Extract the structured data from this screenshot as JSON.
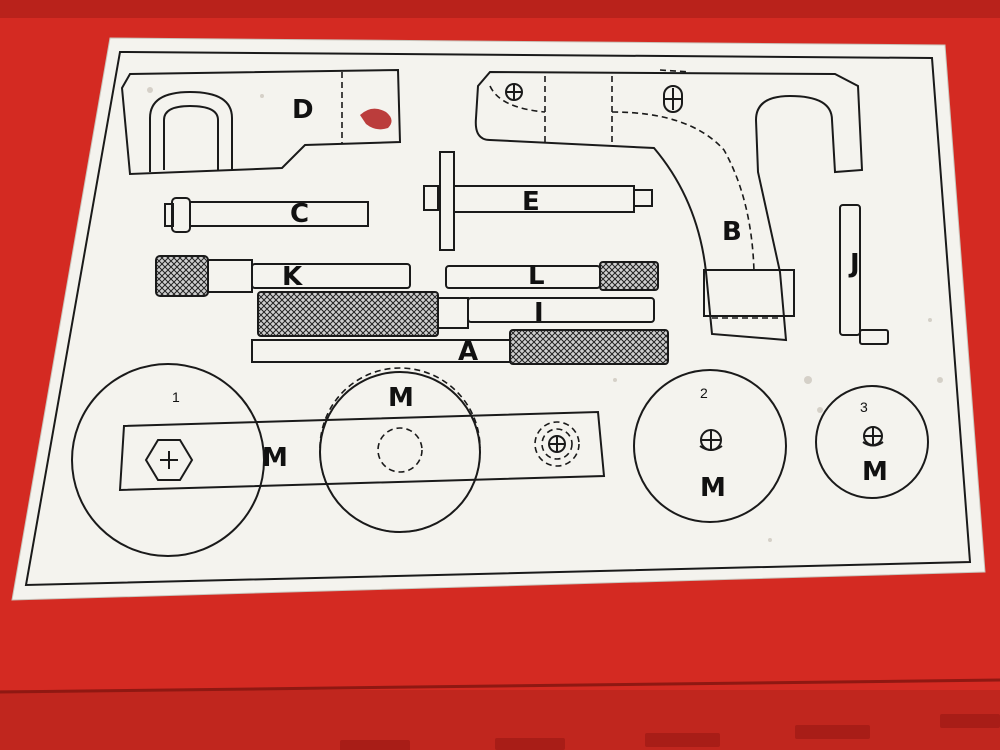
{
  "colors": {
    "case_red": "#d42a22",
    "case_shadow": "#a01c17",
    "card_white": "#f4f3ee",
    "line": "#1a1a1a"
  },
  "labels": {
    "D": "D",
    "C": "C",
    "E": "E",
    "B": "B",
    "K": "K",
    "L": "L",
    "I": "I",
    "A": "A",
    "J": "J",
    "M1": "M",
    "M2": "M",
    "M3": "M",
    "M4": "M"
  },
  "numbers": {
    "n1": "1",
    "n2": "2",
    "n3": "3"
  }
}
